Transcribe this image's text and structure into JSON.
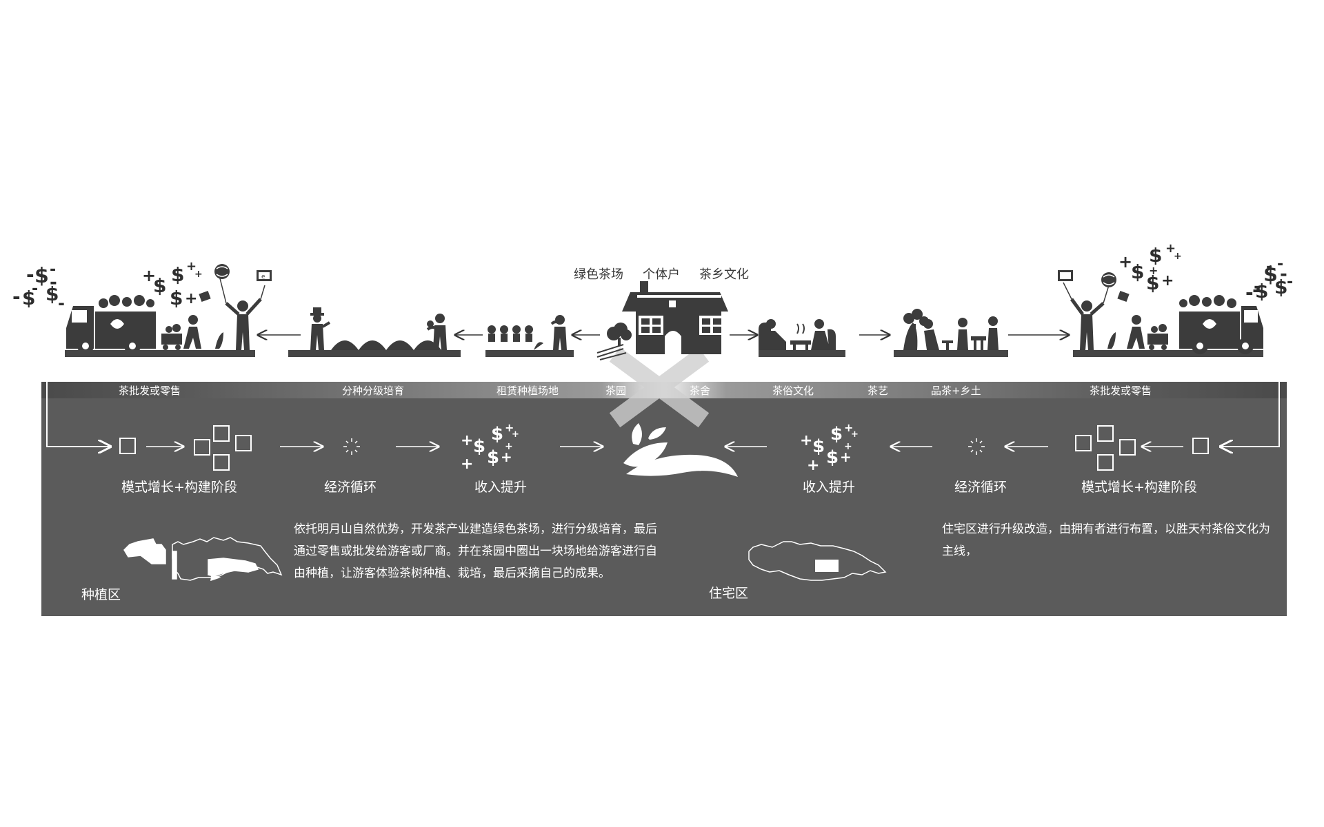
{
  "colors": {
    "panel": "#5b5b5b",
    "band": "#4a4a4a",
    "icon": "#3c3c3c",
    "ground": "#454545",
    "white": "#ffffff"
  },
  "top_labels": {
    "green_tea_farm": "绿色茶场",
    "individual": "个体户",
    "tea_culture": "茶乡文化"
  },
  "band_labels": {
    "wholesale_left": "茶批发或零售",
    "grading": "分种分级培育",
    "rent_land": "租赁种植场地",
    "tea_garden": "茶园",
    "tea_house": "茶舍",
    "folk_culture": "茶俗文化",
    "tea_art": "茶艺",
    "tasting": "品茶+乡土",
    "wholesale_right": "茶批发或零售"
  },
  "panel_labels": {
    "mode_left": "模式增长+构建阶段",
    "eco_left": "经济循环",
    "income_left": "收入提升",
    "income_right": "收入提升",
    "eco_right": "经济循环",
    "mode_right": "模式增长+构建阶段"
  },
  "zones": {
    "planting_name": "种植区",
    "planting_text": "依托明月山自然优势，开发茶产业建造绿色茶场，进行分级培育，最后通过零售或批发给游客或厂商。并在茶园中圈出一块场地给游客进行自由种植，让游客体验茶树种植、栽培，最后采摘自己的成果。",
    "residential_name": "住宅区",
    "residential_text": "住宅区进行升级改造，由拥有者进行布置，以胜天村茶俗文化为主线，"
  },
  "money_symbols": {
    "dollar": "$",
    "plus": "+",
    "minus": "-"
  },
  "icons": {
    "truck": "truck-icon",
    "farmer": "farmer-icon",
    "house": "house-icon",
    "tea_leaf": "tea-leaf-icon",
    "laptop": "laptop-icon",
    "globe": "globe-icon",
    "spinner": "economic-cycle-icon"
  }
}
